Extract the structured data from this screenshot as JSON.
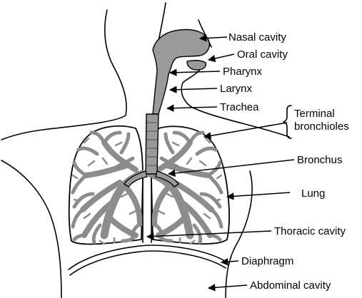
{
  "diagram": {
    "labels": {
      "nasal_cavity": "Nasal cavity",
      "oral_cavity": "Oral cavity",
      "pharynx": "Pharynx",
      "larynx": "Larynx",
      "trachea": "Trachea",
      "terminal_bronchioles_1": "Terminal",
      "terminal_bronchioles_2": "bronchioles",
      "bronchus": "Bronchus",
      "lung": "Lung",
      "thoracic_cavity": "Thoracic cavity",
      "diaphragm": "Diaphragm",
      "abdominal_cavity": "Abdominal cavity"
    },
    "colors": {
      "airway_fill": "#9a9a9a",
      "line": "#000000",
      "background": "#ffffff"
    }
  }
}
